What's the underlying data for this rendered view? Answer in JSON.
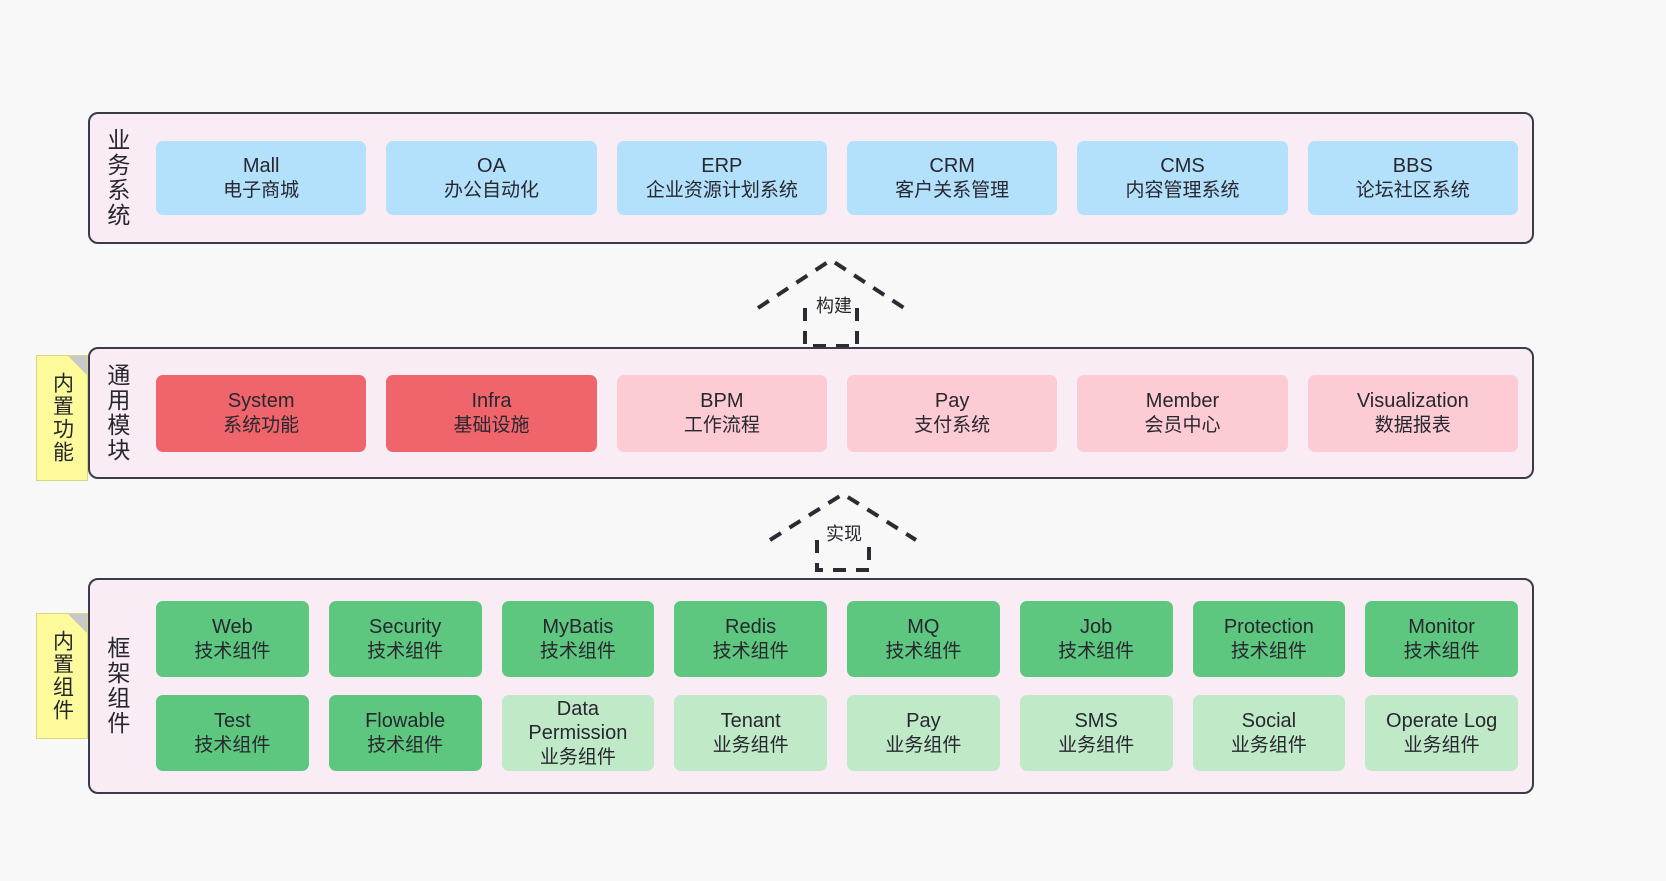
{
  "diagram": {
    "layers": [
      {
        "id": "business",
        "title": "业务系统",
        "rows": [
          {
            "nodes": [
              {
                "en": "Mall",
                "cn": "电子商城",
                "color": "blue"
              },
              {
                "en": "OA",
                "cn": "办公自动化",
                "color": "blue"
              },
              {
                "en": "ERP",
                "cn": "企业资源计划系统",
                "color": "blue"
              },
              {
                "en": "CRM",
                "cn": "客户关系管理",
                "color": "blue"
              },
              {
                "en": "CMS",
                "cn": "内容管理系统",
                "color": "blue"
              },
              {
                "en": "BBS",
                "cn": "论坛社区系统",
                "color": "blue"
              }
            ]
          }
        ]
      },
      {
        "id": "common",
        "title": "通用模块",
        "rows": [
          {
            "nodes": [
              {
                "en": "System",
                "cn": "系统功能",
                "color": "red"
              },
              {
                "en": "Infra",
                "cn": "基础设施",
                "color": "red"
              },
              {
                "en": "BPM",
                "cn": "工作流程",
                "color": "pink"
              },
              {
                "en": "Pay",
                "cn": "支付系统",
                "color": "pink"
              },
              {
                "en": "Member",
                "cn": "会员中心",
                "color": "pink"
              },
              {
                "en": "Visualization",
                "cn": "数据报表",
                "color": "pink"
              }
            ]
          }
        ]
      },
      {
        "id": "framework",
        "title": "框架组件",
        "rows": [
          {
            "nodes": [
              {
                "en": "Web",
                "cn": "技术组件",
                "color": "green"
              },
              {
                "en": "Security",
                "cn": "技术组件",
                "color": "green"
              },
              {
                "en": "MyBatis",
                "cn": "技术组件",
                "color": "green"
              },
              {
                "en": "Redis",
                "cn": "技术组件",
                "color": "green"
              },
              {
                "en": "MQ",
                "cn": "技术组件",
                "color": "green"
              },
              {
                "en": "Job",
                "cn": "技术组件",
                "color": "green"
              },
              {
                "en": "Protection",
                "cn": "技术组件",
                "color": "green"
              },
              {
                "en": "Monitor",
                "cn": "技术组件",
                "color": "green"
              }
            ]
          },
          {
            "nodes": [
              {
                "en": "Test",
                "cn": "技术组件",
                "color": "green"
              },
              {
                "en": "Flowable",
                "cn": "技术组件",
                "color": "green"
              },
              {
                "en": "Data Permission",
                "cn": "业务组件",
                "color": "lightgreen"
              },
              {
                "en": "Tenant",
                "cn": "业务组件",
                "color": "lightgreen"
              },
              {
                "en": "Pay",
                "cn": "业务组件",
                "color": "lightgreen"
              },
              {
                "en": "SMS",
                "cn": "业务组件",
                "color": "lightgreen"
              },
              {
                "en": "Social",
                "cn": "业务组件",
                "color": "lightgreen"
              },
              {
                "en": "Operate Log",
                "cn": "业务组件",
                "color": "lightgreen"
              }
            ]
          }
        ]
      }
    ],
    "sticky_notes": [
      {
        "id": "builtin-features",
        "label": "内置功能"
      },
      {
        "id": "builtin-components",
        "label": "内置组件"
      }
    ],
    "arrows": [
      {
        "id": "build",
        "label": "构建"
      },
      {
        "id": "implement",
        "label": "实现"
      }
    ],
    "colors": {
      "layer_background": "#f9ecf5",
      "layer_border": "#3b3b4a",
      "blue": "#b3e0fb",
      "red": "#f0646b",
      "pink": "#fdcbd4",
      "green": "#5ec77f",
      "lightgreen": "#c0e9c8",
      "sticky": "#fdfa9c",
      "canvas": "#f8f8f8"
    }
  }
}
